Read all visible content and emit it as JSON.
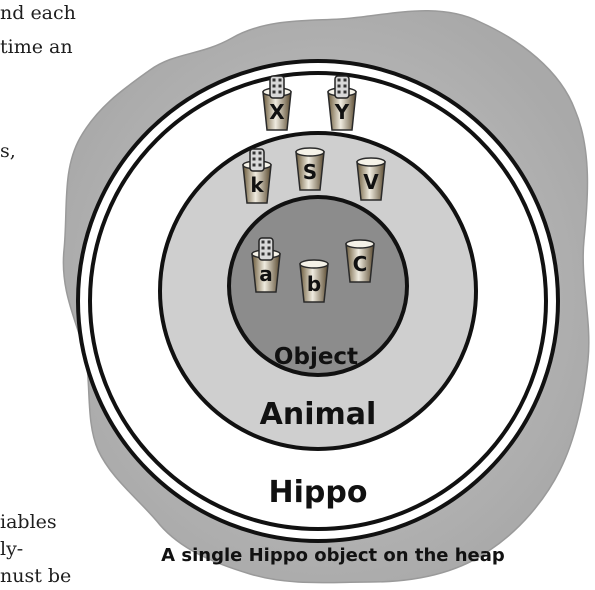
{
  "body_text": {
    "top_lines": [
      "nd each",
      "time an",
      "s,"
    ],
    "bottom_lines": [
      "iables",
      "ly-",
      "nust be"
    ]
  },
  "diagram": {
    "outer_label": "Hippo",
    "middle_label": "Animal",
    "inner_label": "Object",
    "caption": "A single Hippo object on the heap",
    "hippo_vars": [
      {
        "name": "X",
        "kind": "remote"
      },
      {
        "name": "Y",
        "kind": "remote"
      }
    ],
    "animal_vars": [
      {
        "name": "k",
        "kind": "remote"
      },
      {
        "name": "S",
        "kind": "cup"
      },
      {
        "name": "V",
        "kind": "cup"
      }
    ],
    "object_vars": [
      {
        "name": "a",
        "kind": "remote"
      },
      {
        "name": "b",
        "kind": "cup"
      },
      {
        "name": "C",
        "kind": "cup"
      }
    ]
  }
}
